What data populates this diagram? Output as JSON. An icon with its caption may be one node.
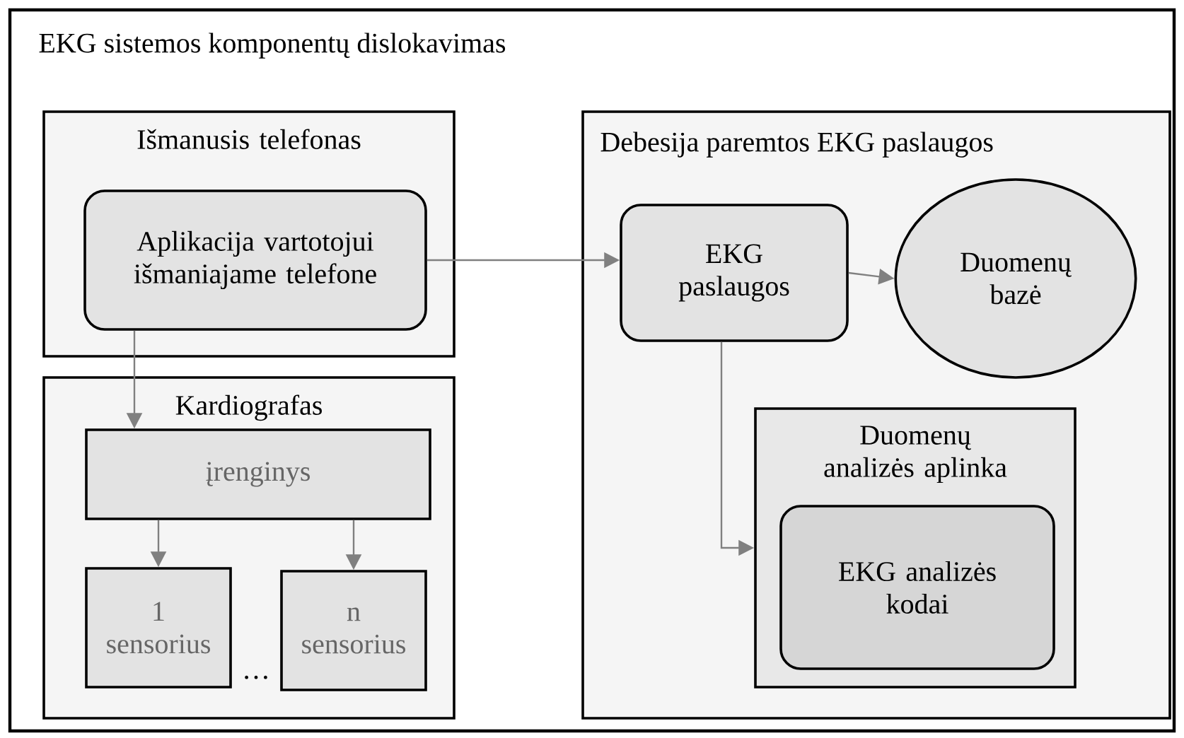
{
  "diagram": {
    "nodes": [
      {
        "text": [
          "EKG sistemos komponentų dislokavimas"
        ]
      },
      {
        "text": [
          "Išmanusis telefonas"
        ],
        "in": 0
      },
      {
        "text": [
          "Aplikacija vartotojui išmaniajame telefone"
        ],
        "in": 1
      },
      {
        "text": [
          "Kardiografas"
        ],
        "in": 0
      },
      {
        "text": [
          "įrenginys"
        ],
        "in": 3
      },
      {
        "text": [
          "1 sensorius"
        ],
        "in": 3
      },
      {
        "text": [
          "n sensorius"
        ],
        "in": 3
      },
      {
        "text": [
          "Debesija paremtos EKG paslaugos"
        ],
        "in": 0
      },
      {
        "text": [
          "EKG paslaugos"
        ],
        "in": 7
      },
      {
        "text": [
          "Duomenų bazė"
        ],
        "in": 7
      },
      {
        "text": [
          "Duomenų analizės aplinka"
        ],
        "in": 7
      },
      {
        "text": [
          "EKG analizės kodai"
        ],
        "in": 10
      }
    ],
    "edges": [
      {
        "from": 2,
        "to": 8,
        "arrow": "to"
      },
      {
        "from": 2,
        "to": 4,
        "arrow": "to"
      },
      {
        "from": 4,
        "to": 5,
        "arrow": "to"
      },
      {
        "from": 4,
        "to": 6,
        "arrow": "to"
      },
      {
        "from": 8,
        "to": 9,
        "arrow": "to"
      },
      {
        "from": 8,
        "to": 10,
        "arrow": "to"
      }
    ],
    "labels": [
      "…"
    ]
  }
}
